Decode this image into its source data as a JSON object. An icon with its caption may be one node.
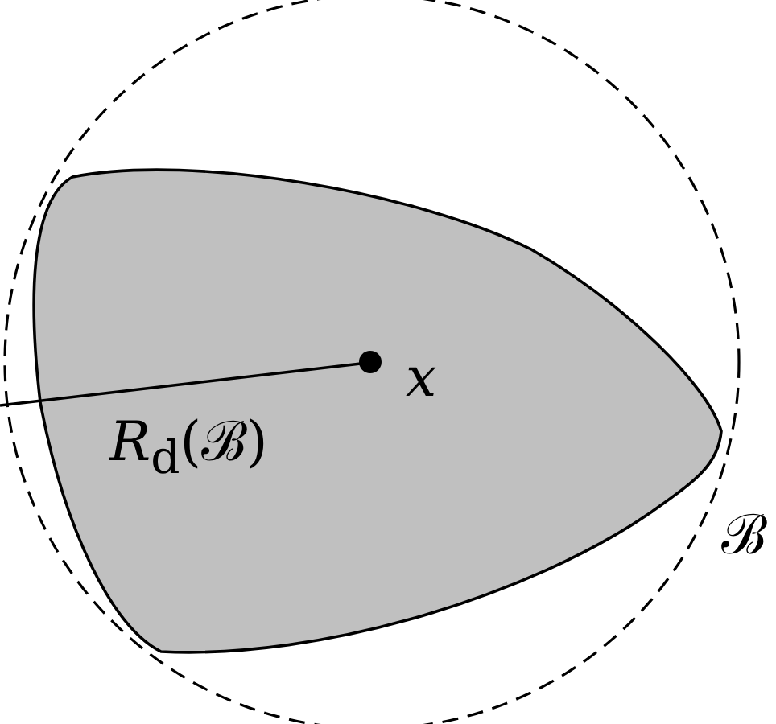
{
  "diagram": {
    "labels": [
      "x",
      "*R*$_{d}$(ℬ)",
      "ℬ"
    ]
  }
}
